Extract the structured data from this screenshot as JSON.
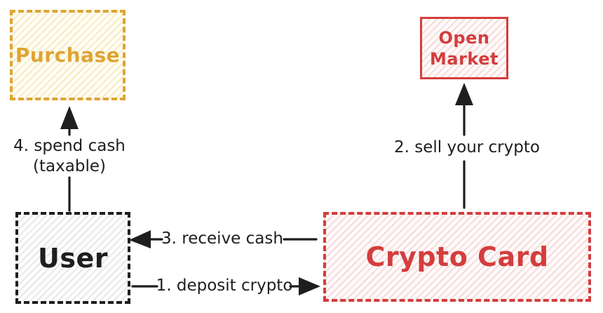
{
  "colors": {
    "background": "#ffffff",
    "ink": "#1e1e1e",
    "orange": "#dfa434",
    "red": "#d43d3d",
    "yellow_hatch": "#f6ecc2",
    "red_hatch": "#f4dcdc",
    "gray_hatch": "#e7e8ec"
  },
  "diagram": {
    "nodes": {
      "purchase": {
        "label": "Purchase"
      },
      "open_market": {
        "label": "Open Market",
        "lines": [
          "Open",
          "Market"
        ]
      },
      "user": {
        "label": "User"
      },
      "crypto_card": {
        "label": "Crypto Card"
      }
    },
    "arrows": {
      "deposit": {
        "label": "1. deposit crypto",
        "from": "User",
        "to": "Crypto Card",
        "direction": "right"
      },
      "sell": {
        "label": "2. sell your crypto",
        "from": "Crypto Card",
        "to": "Open Market",
        "direction": "up"
      },
      "receive": {
        "label": "3. receive cash",
        "from": "Crypto Card",
        "to": "User",
        "direction": "left"
      },
      "spend": {
        "label": "4. spend cash",
        "label_line2": "(taxable)",
        "from": "User",
        "to": "Purchase",
        "direction": "up"
      }
    }
  }
}
